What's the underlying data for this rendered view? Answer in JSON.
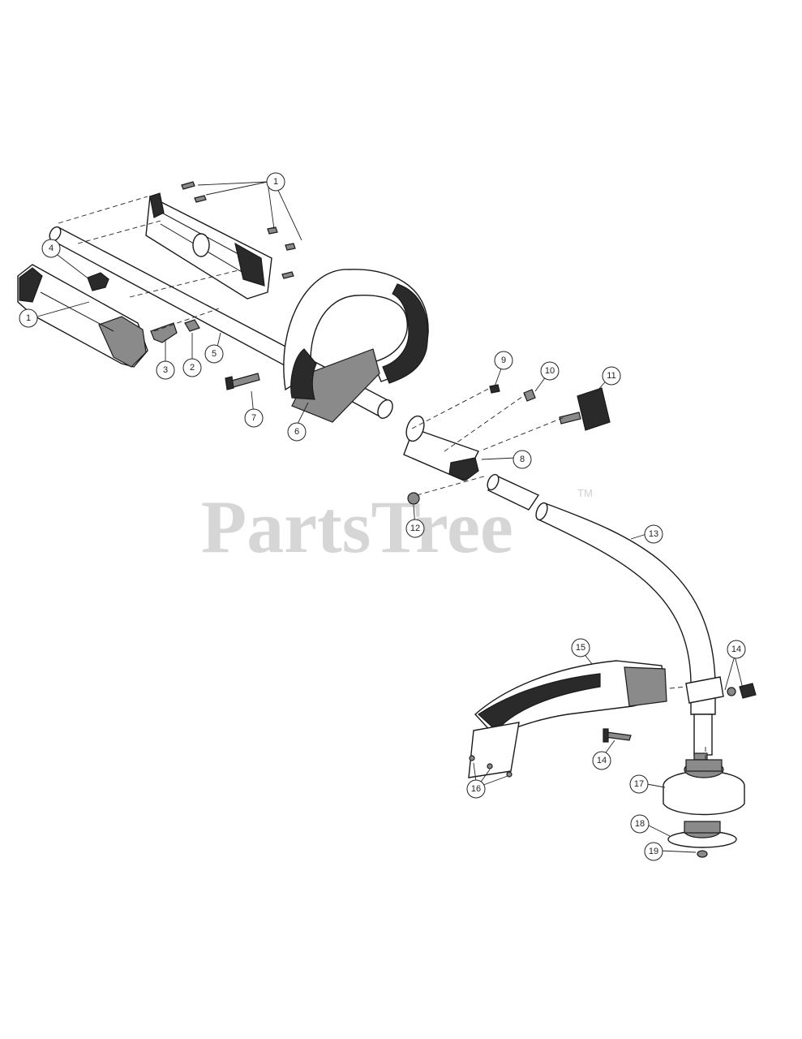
{
  "watermark": {
    "text": "PartsTree",
    "trademark": "TM"
  },
  "callouts": [
    {
      "id": "c1a",
      "label": "1"
    },
    {
      "id": "c1b",
      "label": "1"
    },
    {
      "id": "c2",
      "label": "2"
    },
    {
      "id": "c3",
      "label": "3"
    },
    {
      "id": "c4",
      "label": "4"
    },
    {
      "id": "c5",
      "label": "5"
    },
    {
      "id": "c6",
      "label": "6"
    },
    {
      "id": "c7",
      "label": "7"
    },
    {
      "id": "c8",
      "label": "8"
    },
    {
      "id": "c9",
      "label": "9"
    },
    {
      "id": "c10",
      "label": "10"
    },
    {
      "id": "c11",
      "label": "11"
    },
    {
      "id": "c12",
      "label": "12"
    },
    {
      "id": "c13",
      "label": "13"
    },
    {
      "id": "c14a",
      "label": "14"
    },
    {
      "id": "c14b",
      "label": "14"
    },
    {
      "id": "c15",
      "label": "15"
    },
    {
      "id": "c16",
      "label": "16"
    },
    {
      "id": "c17",
      "label": "17"
    },
    {
      "id": "c18",
      "label": "18"
    },
    {
      "id": "c19",
      "label": "19"
    }
  ]
}
